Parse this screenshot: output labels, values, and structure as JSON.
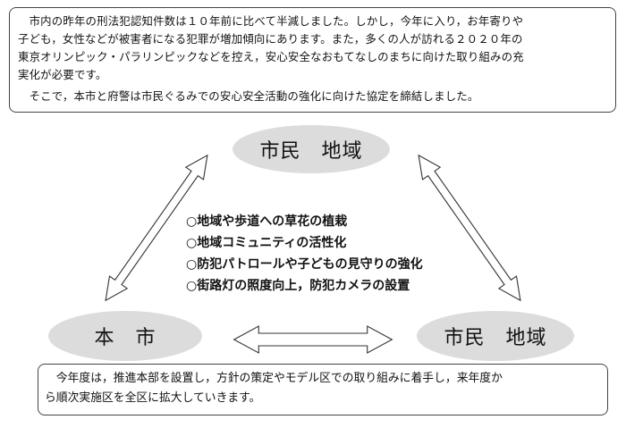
{
  "intro": {
    "lines": [
      "　市内の昨年の刑法犯認知件数は１０年前に比べて半減しました。しかし，今年に入り，お年寄りや",
      "子ども，女性などが被害者になる犯罪が増加傾向にあります。また，多くの人が訪れる２０２０年の",
      "東京オリンピック・パラリンピックなどを控え，安心安全なおもてなしのまちに向けた取り組みの充",
      "実化が必要です。",
      "　そこで，本市と府警は市民ぐるみでの安心安全活動の強化に向けた協定を締結しました。"
    ]
  },
  "nodes": {
    "top": "市民　地域",
    "left": "本　市",
    "right": "市民　地域"
  },
  "measures": [
    "○地域や歩道への草花の植栽",
    "○地域コミュニティの活性化",
    "○防犯パトロールや子どもの見守りの強化",
    "○街路灯の照度向上，防犯カメラの設置"
  ],
  "summary": {
    "lines": [
      "　今年度は，推進本部を設置し，方針の策定やモデル区での取り組みに着手し，来年度か",
      "ら順次実施区を全区に拡大していきます。"
    ]
  }
}
